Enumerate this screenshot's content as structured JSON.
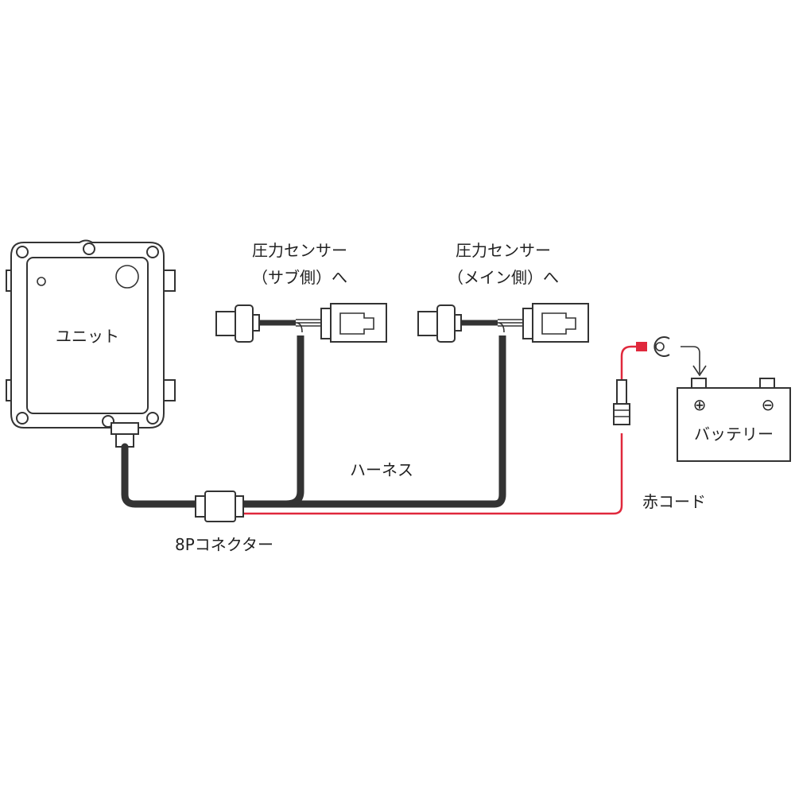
{
  "labels": {
    "unit": "ユニット",
    "sensor_sub_line1": "圧力センサー",
    "sensor_sub_line2": "（サブ側）へ",
    "sensor_main_line1": "圧力センサー",
    "sensor_main_line2": "（メイン側）へ",
    "harness": "ハーネス",
    "connector_8p": "8Pコネクター",
    "red_cord": "赤コード",
    "battery": "バッテリー",
    "battery_plus": "⊕",
    "battery_minus": "⊖"
  },
  "colors": {
    "cable": "#333333",
    "red_cord": "#e0283c",
    "outline": "#333333",
    "background": "#ffffff"
  }
}
